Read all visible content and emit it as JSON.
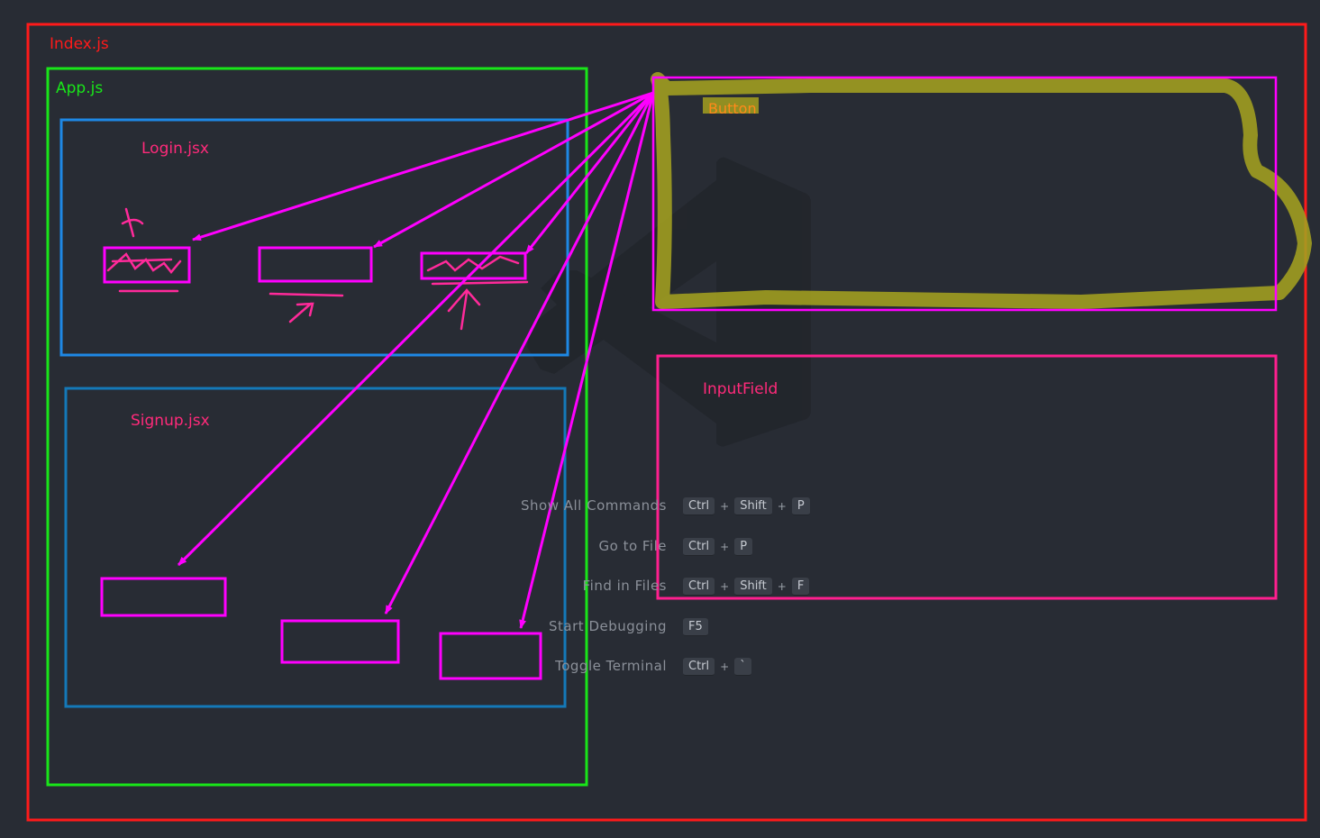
{
  "labels": {
    "index": "Index.js",
    "app": "App.js",
    "login": "Login.jsx",
    "signup": "Signup.jsx",
    "button": "Button",
    "inputfield": "InputField"
  },
  "commands": [
    {
      "label": "Show All Commands",
      "keys": [
        "Ctrl",
        "+",
        "Shift",
        "+",
        "P"
      ]
    },
    {
      "label": "Go to File",
      "keys": [
        "Ctrl",
        "+",
        "P"
      ]
    },
    {
      "label": "Find in Files",
      "keys": [
        "Ctrl",
        "+",
        "Shift",
        "+",
        "F"
      ]
    },
    {
      "label": "Start Debugging",
      "keys": [
        "F5"
      ]
    },
    {
      "label": "Toggle Terminal",
      "keys": [
        "Ctrl",
        "+",
        "`"
      ]
    }
  ],
  "colors": {
    "background": "#282c34",
    "index_border": "#ff1a1a",
    "app_border": "#19e619",
    "login_border": "#1e88e5",
    "signup_border": "#1479b8",
    "component_box": "#ff00ff",
    "inputfield_border": "#ff1f8f",
    "highlighter": "#a3a020",
    "button_label": "#ff8a1a",
    "filename_text": "#ff2a7a"
  },
  "icons": {
    "watermark": "vscode-logo-icon"
  }
}
